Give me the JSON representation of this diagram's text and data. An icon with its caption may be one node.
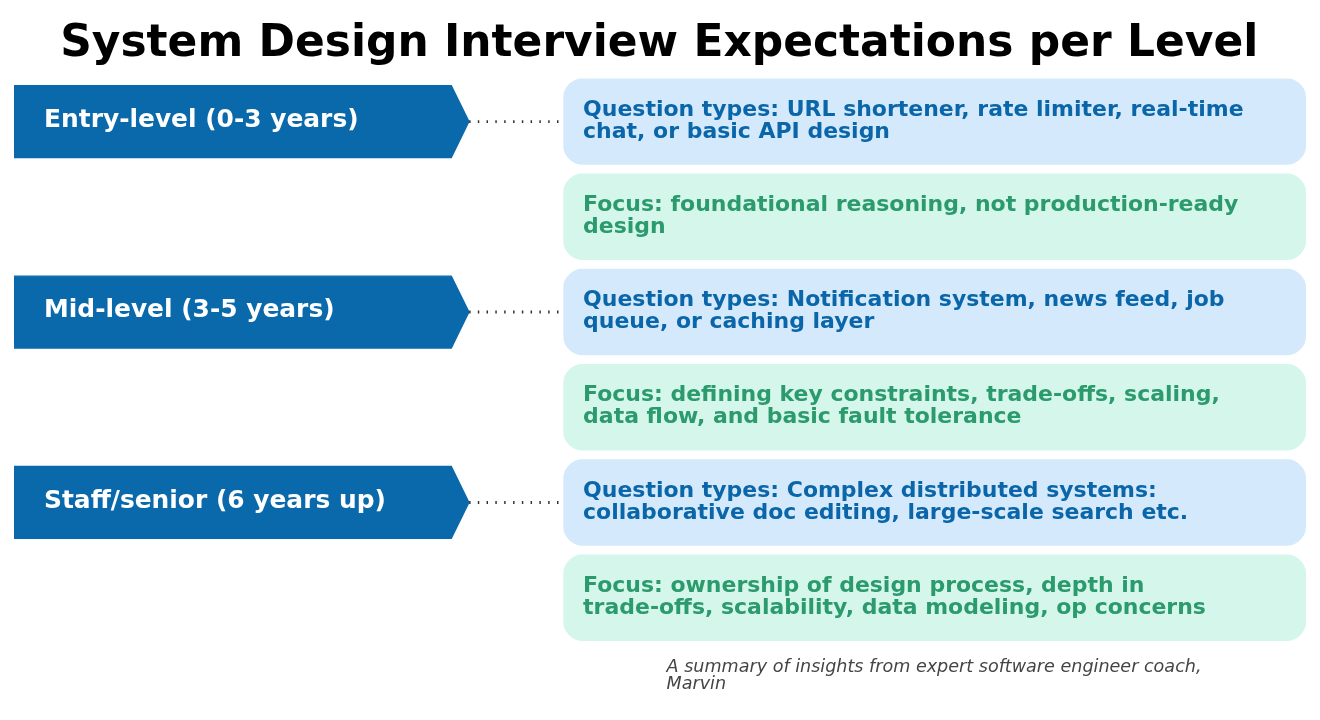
{
  "diagram": {
    "title": "System Design Interview Expectations per Level",
    "caption": "A summary of insights from expert software engineer coach, Marvin",
    "nodes": [
      {
        "text": [
          "Entry-level (0-3 years)"
        ]
      },
      {
        "text": [
          "Question types: URL shortener, rate limiter, real-time chat, or basic API design"
        ]
      },
      {
        "text": [
          "Focus: foundational reasoning, not production-ready design"
        ]
      },
      {
        "text": [
          "Mid-level (3-5 years)"
        ]
      },
      {
        "text": [
          "Question types: Notification system, news feed, job queue, or caching layer"
        ]
      },
      {
        "text": [
          "Focus: defining key constraints, trade-offs, scaling, data flow, and basic fault tolerance"
        ]
      },
      {
        "text": [
          "Staff/senior (6 years up)"
        ]
      },
      {
        "text": [
          "Question types: Complex distributed systems: collaborative doc editing, large-scale search etc."
        ]
      },
      {
        "text": [
          "Focus: ownership of design process, depth in trade-offs, scalability, data modeling, op concerns"
        ]
      }
    ],
    "edges": [
      {
        "from": 0,
        "to": 1,
        "arrow": "none"
      },
      {
        "from": 3,
        "to": 4,
        "arrow": "none"
      },
      {
        "from": 6,
        "to": 7,
        "arrow": "none"
      }
    ]
  }
}
